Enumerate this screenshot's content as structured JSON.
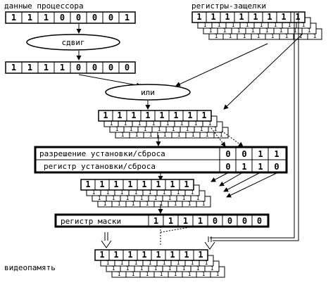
{
  "labels": {
    "cpu_data": "данные процессора",
    "latches": "регистры-защелки",
    "shift": "сдвиг",
    "or": "или",
    "set_reset_enable": "разрешение установки/сброса",
    "set_reset": "регистр установки/сброса",
    "mask": "регистр маски",
    "video_memory": "видеопамять"
  },
  "registers": {
    "cpu_data_bits": [
      "1",
      "1",
      "1",
      "0",
      "0",
      "0",
      "0",
      "1"
    ],
    "shifted_bits": [
      "1",
      "1",
      "1",
      "1",
      "0",
      "0",
      "0",
      "0"
    ],
    "latch_bits": [
      "1",
      "1",
      "1",
      "1",
      "1",
      "1",
      "1",
      "1"
    ],
    "or_result_bits": [
      "1",
      "1",
      "1",
      "1",
      "1",
      "1",
      "1",
      "1"
    ],
    "set_reset_enable_bits": [
      "0",
      "0",
      "1",
      "1"
    ],
    "set_reset_bits": [
      "0",
      "1",
      "1",
      "0"
    ],
    "planes_bits": [
      "1",
      "1",
      "1",
      "1",
      "1",
      "1",
      "1",
      "1"
    ],
    "mask_bits": [
      "1",
      "1",
      "1",
      "1",
      "0",
      "0",
      "0",
      "0"
    ],
    "video_bits": [
      "1",
      "1",
      "1",
      "1",
      "1",
      "1",
      "1",
      "1"
    ]
  },
  "colors": {
    "ink": "#000000",
    "paper": "#ffffff"
  }
}
